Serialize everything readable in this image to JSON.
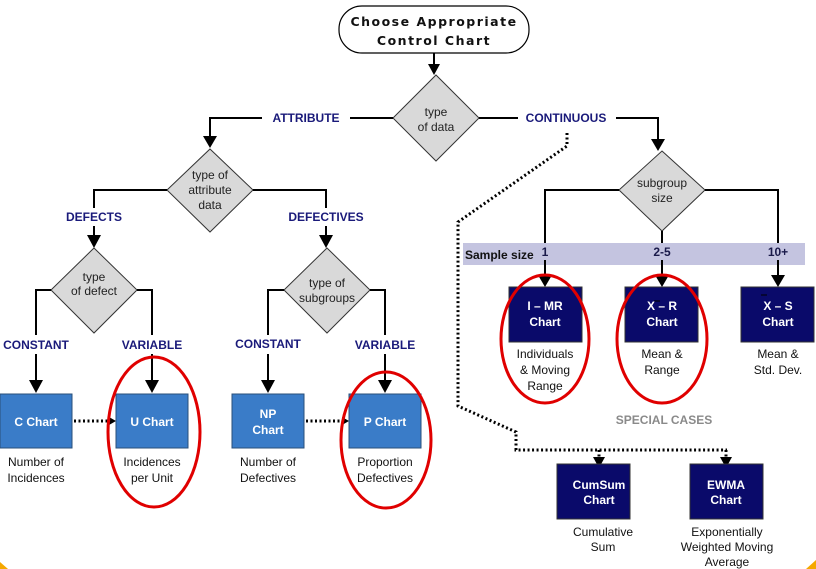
{
  "title": {
    "line1": "Choose Appropriate",
    "line2": "Control Chart"
  },
  "decisions": {
    "type_of_data": {
      "line1": "type",
      "line2": "of data"
    },
    "type_of_attribute": {
      "line1": "type of",
      "line2": "attribute",
      "line3": "data"
    },
    "type_of_defect": {
      "line1": "type",
      "line2": "of defect"
    },
    "type_of_subgroups": {
      "line1": "type of",
      "line2": "subgroups"
    },
    "subgroup_size": {
      "line1": "subgroup",
      "line2": "size"
    }
  },
  "branches": {
    "attribute": "ATTRIBUTE",
    "continuous": "CONTINUOUS",
    "defects": "DEFECTS",
    "defectives": "DEFECTIVES",
    "constant_left": "CONSTANT",
    "variable_left": "VARIABLE",
    "constant_right": "CONSTANT",
    "variable_right": "VARIABLE"
  },
  "sample_size": {
    "label": "Sample size",
    "values": [
      "1",
      "2-5",
      "10+"
    ]
  },
  "charts": {
    "c": {
      "line1": "C Chart",
      "desc1": "Number of",
      "desc2": "Incidences",
      "highlighted": false
    },
    "u": {
      "line1": "U Chart",
      "desc1": "Incidences",
      "desc2": "per Unit",
      "highlighted": true
    },
    "np": {
      "line1": "NP",
      "line2": "Chart",
      "desc1": "Number of",
      "desc2": "Defectives",
      "highlighted": false
    },
    "p": {
      "line1": "P Chart",
      "desc1": "Proportion",
      "desc2": "Defectives",
      "highlighted": true
    },
    "imr": {
      "line1": "I – MR",
      "line2": "Chart",
      "desc1": "Individuals",
      "desc2": "& Moving",
      "desc3": "Range",
      "highlighted": true
    },
    "xr": {
      "line1": "X – R",
      "line2": "Chart",
      "desc1": "Mean &",
      "desc2": "Range",
      "highlighted": true
    },
    "xs": {
      "line1": "X – S",
      "line2": "Chart",
      "desc1": "Mean &",
      "desc2": "Std. Dev.",
      "highlighted": false
    },
    "cusum": {
      "line1": "CumSum",
      "line2": "Chart",
      "desc1": "Cumulative",
      "desc2": "Sum"
    },
    "ewma": {
      "line1": "EWMA",
      "line2": "Chart",
      "desc1": "Exponentially",
      "desc2": "Weighted Moving",
      "desc3": "Average"
    }
  },
  "special_cases": "SPECIAL CASES",
  "colors": {
    "attribute_chart": "#3a7cc8",
    "continuous_chart": "#0a0a6a",
    "decision": "#d9d9d9",
    "highlight": "#e00000",
    "branch_label": "#1a1a7a",
    "sample_band": "#c4c4e0"
  }
}
